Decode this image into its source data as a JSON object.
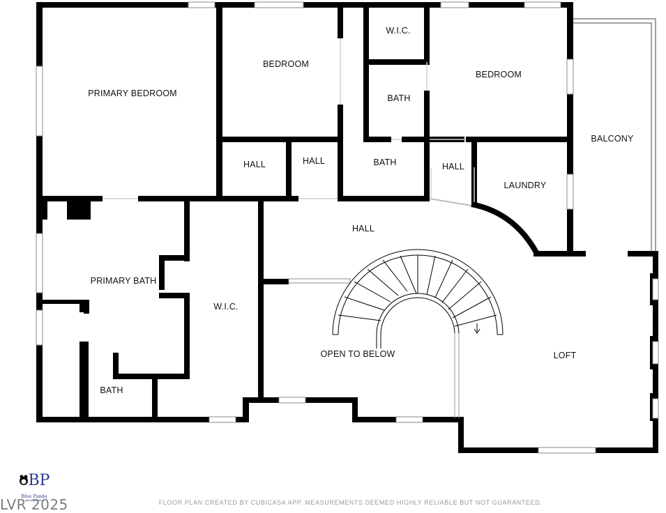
{
  "rooms": {
    "primary_bedroom": "PRIMARY BEDROOM",
    "bedroom_1": "BEDROOM",
    "wic_top": "W.I.C.",
    "bath_top": "BATH",
    "bedroom_2": "BEDROOM",
    "balcony": "BALCONY",
    "hall_1": "HALL",
    "hall_2": "HALL",
    "bath_mid": "BATH",
    "hall_3": "HALL",
    "laundry": "LAUNDRY",
    "hall_main": "HALL",
    "primary_bath": "PRIMARY BATH",
    "wic_left": "W.I.C.",
    "open_to_below": "OPEN TO BELOW",
    "loft": "LOFT",
    "bath_small": "BATH"
  },
  "footer": {
    "note": "FLOOR PLAN CREATED BY CUBICASA APP. MEASUREMENTS DEEMED HIGHLY RELIABLE BUT NOT GUARANTEED.",
    "watermark": "LVR 2025"
  },
  "logo": {
    "monogram": "BP",
    "name": "Blue Panda",
    "tagline": "photography"
  },
  "colors": {
    "wall": "#000000",
    "window": "#ffffff",
    "footer_text": "#9a9a9a",
    "logo_blue": "#2a3b8f"
  }
}
